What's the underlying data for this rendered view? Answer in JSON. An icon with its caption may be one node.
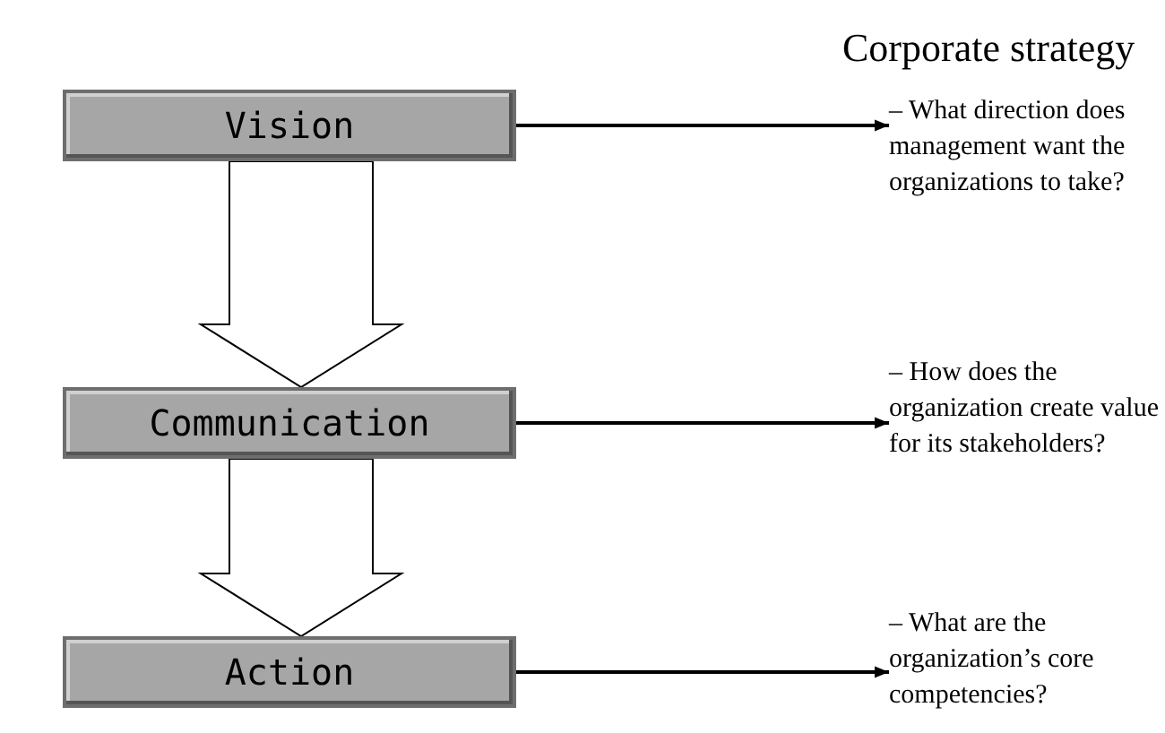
{
  "diagram": {
    "title": "Corporate strategy",
    "nodes": [
      {
        "text": [
          "Vision"
        ]
      },
      {
        "text": [
          "Communication"
        ]
      },
      {
        "text": [
          "Action"
        ]
      },
      {
        "text": [
          "– What direction does management want the organizations to take?"
        ]
      },
      {
        "text": [
          "– How does the organization create value for its stakeholders?"
        ]
      },
      {
        "text": [
          "– What are the organization’s core competencies?"
        ]
      }
    ],
    "edges": [
      {
        "from": 0,
        "to": 1,
        "arrow": "to"
      },
      {
        "from": 1,
        "to": 2,
        "arrow": "to"
      },
      {
        "from": 0,
        "to": 3,
        "arrow": "to"
      },
      {
        "from": 1,
        "to": 4,
        "arrow": "to"
      },
      {
        "from": 2,
        "to": 5,
        "arrow": "to"
      }
    ]
  }
}
